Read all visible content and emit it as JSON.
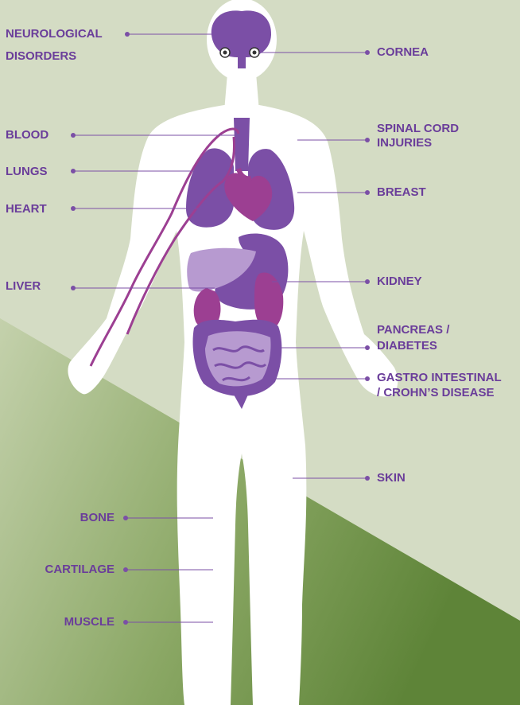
{
  "colors": {
    "background_light": "#d4dcc4",
    "background_dark": "#5e8438",
    "label": "#6a3d9a",
    "organ_purple": "#7b4fa6",
    "organ_light": "#b79ad0",
    "organ_magenta": "#9c3f92",
    "body_fill": "#ffffff"
  },
  "left_labels": {
    "neurological": "NEUROLOGICAL",
    "disorders": "DISORDERS",
    "blood": "BLOOD",
    "lungs": "LUNGS",
    "heart": "HEART",
    "liver": "LIVER",
    "bone": "BONE",
    "cartilage": "CARTILAGE",
    "muscle": "MUSCLE"
  },
  "right_labels": {
    "cornea": "CORNEA",
    "spinal_cord_1": "SPINAL CORD",
    "spinal_cord_2": "INJURIES",
    "breast": "BREAST",
    "kidney": "KIDNEY",
    "pancreas_1": "PANCREAS /",
    "pancreas_2": "DIABETES",
    "gastro_1": "GASTRO INTESTINAL",
    "gastro_2": "/ CROHN’S DISEASE",
    "skin": "SKIN"
  }
}
